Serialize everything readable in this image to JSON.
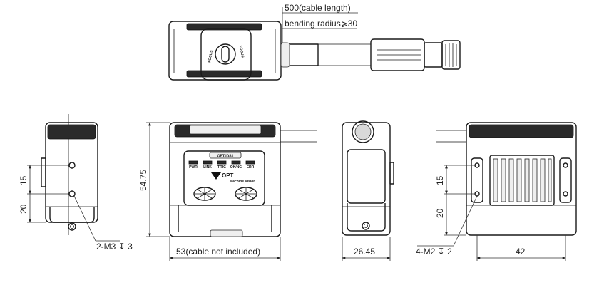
{
  "top_view": {
    "cable_length": "500(cable length)",
    "bending_radius": "bending radius⩾30",
    "focus_left": "FOCUS",
    "focus_right": "FOCUS"
  },
  "side_view_left": {
    "dim_15": "15",
    "dim_20": "20",
    "hole_callout": "2-M3 ↧ 3"
  },
  "front_view": {
    "model_label": "OPT-IDS1",
    "leds": [
      "PWR",
      "LINK",
      "TRIG",
      "OK/NG",
      "ERR"
    ],
    "brand": "OPT",
    "brand_sub": "Machine Vision",
    "dim_height": "54.75",
    "dim_width": "53(cable not included)"
  },
  "side_view_right": {
    "dim_width": "26.45"
  },
  "back_view": {
    "dim_15": "15",
    "dim_20": "20",
    "hole_callout": "4-M2 ↧ 2",
    "dim_width": "42"
  }
}
